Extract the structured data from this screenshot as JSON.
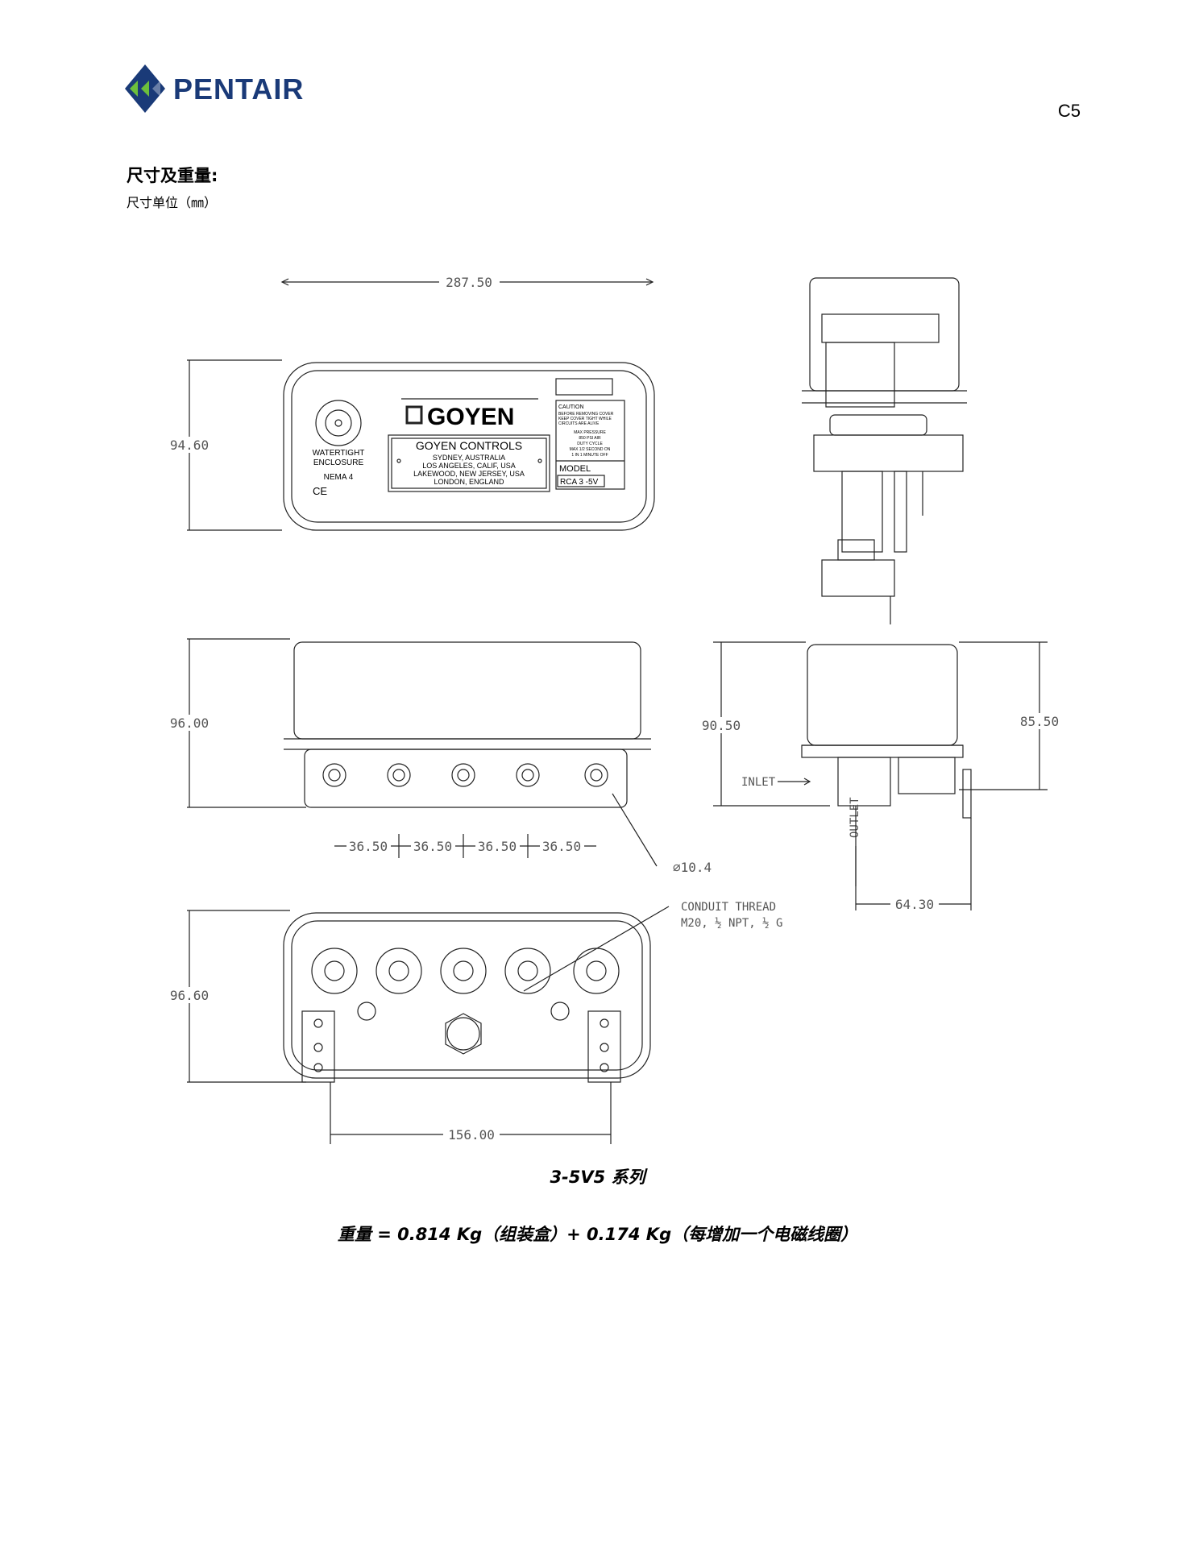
{
  "header": {
    "brand": "PENTAIR",
    "page_code": "C5"
  },
  "section": {
    "title": "尺寸及重量:",
    "unit_note": "尺寸单位（㎜）"
  },
  "drawing": {
    "dimensions": {
      "width_top": "287.50",
      "height_front": "94.60",
      "height_side_view": "96.00",
      "height_bottom_view": "96.60",
      "pitch": "36.50",
      "hole_dia": "⌀10.4",
      "conduit_thread_1": "CONDUIT THREAD",
      "conduit_thread_2": "M20, ½ NPT, ½ G",
      "base_width": "156.00",
      "side_height_left": "90.50",
      "side_height_right": "85.50",
      "inlet": "INLET",
      "outlet": "OUTLET",
      "side_depth": "64.30"
    },
    "nameplate": {
      "brand": "GOYEN",
      "company": "GOYEN CONTROLS",
      "locations": [
        "SYDNEY, AUSTRALIA",
        "LOS ANGELES, CALIF, USA",
        "LAKEWOOD, NEW JERSEY, USA",
        "LONDON, ENGLAND"
      ],
      "enclosure_1": "WATERTIGHT",
      "enclosure_2": "ENCLOSURE",
      "nema": "NEMA 4",
      "ce": "CE",
      "model_label": "MODEL",
      "model_value": "RCA 3 -5V",
      "caution_title": "CAUTION",
      "caution_lines": [
        "BEFORE REMOVING COVER",
        "KEEP COVER TIGHT WHILE",
        "CIRCUITS ARE ALIVE"
      ],
      "spec_lines": [
        "MAX PRESSURE",
        "850 PSI AIR",
        "DUTY CYCLE",
        "MAX 1/2 SECOND ON",
        "1 IN 1 MINUTE OFF"
      ]
    }
  },
  "caption": {
    "series": "3-5V5 系列",
    "weight": "重量 = 0.814 Kg（组装盒）+ 0.174 Kg（每增加一个电磁线圈）"
  }
}
